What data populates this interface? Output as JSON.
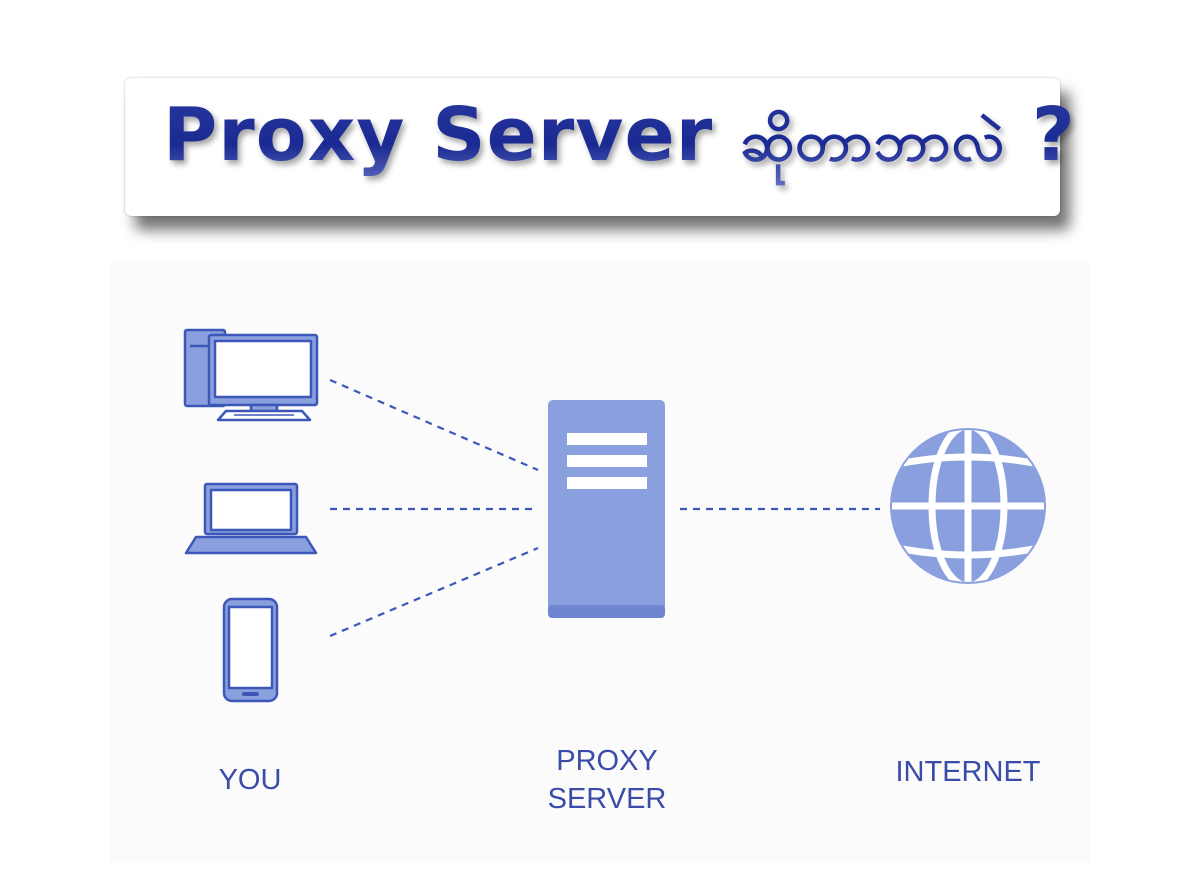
{
  "title": {
    "text_latin": "Proxy Server",
    "text_myanmar": "ဆိုတာဘာလဲ",
    "question_mark": "?"
  },
  "nodes": {
    "you": {
      "label": "YOU",
      "devices": [
        "desktop-computer-icon",
        "laptop-icon",
        "smartphone-icon"
      ]
    },
    "proxy": {
      "label_line1": "PROXY",
      "label_line2": "SERVER",
      "icon": "server-icon"
    },
    "internet": {
      "label": "INTERNET",
      "icon": "globe-icon"
    }
  },
  "colors": {
    "icon_fill": "#8aa0de",
    "icon_stroke": "#3d57b8",
    "line": "#3d57b8",
    "title": "#1c2f9a",
    "label": "#3a4ca8"
  }
}
